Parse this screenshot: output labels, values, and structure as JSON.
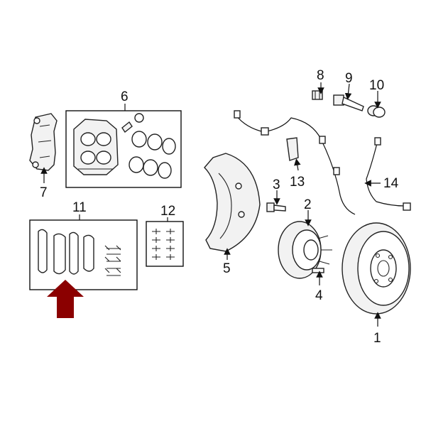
{
  "callouts": {
    "c1": "1",
    "c2": "2",
    "c3": "3",
    "c4": "4",
    "c5": "5",
    "c6": "6",
    "c7": "7",
    "c8": "8",
    "c9": "9",
    "c10": "10",
    "c11": "11",
    "c12": "12",
    "c13": "13",
    "c14": "14"
  },
  "colors": {
    "highlight_arrow": "#8b0000",
    "line": "#222222"
  }
}
